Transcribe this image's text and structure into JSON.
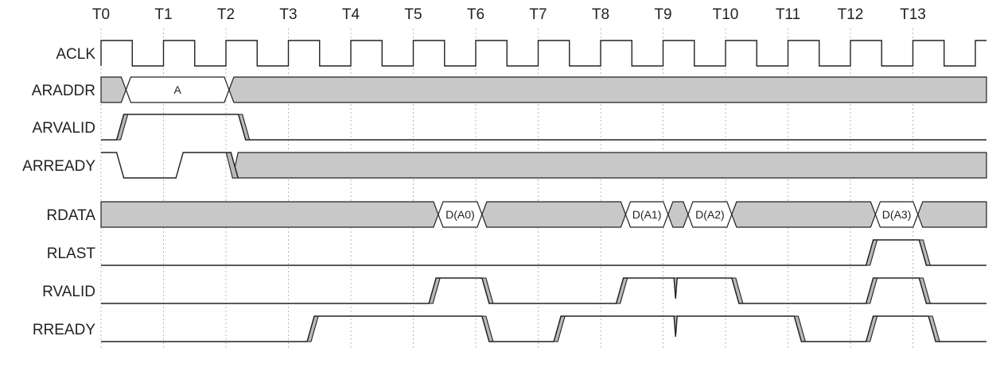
{
  "diagram": {
    "times": [
      "T0",
      "T1",
      "T2",
      "T3",
      "T4",
      "T5",
      "T6",
      "T7",
      "T8",
      "T9",
      "T10",
      "T11",
      "T12",
      "T13"
    ],
    "colors": {
      "line": "#222222",
      "fill_gray": "#c8c8c8",
      "fill_white": "#ffffff",
      "edge_gray": "#b9b9b9",
      "grid": "#b8b8b8"
    },
    "signals": [
      {
        "name": "ACLK",
        "kind": "clock"
      },
      {
        "name": "ARADDR",
        "kind": "bus",
        "segments": [
          {
            "from": -0.08,
            "to": 0.4,
            "label": "",
            "fill": "gray"
          },
          {
            "from": 0.4,
            "to": 2.05,
            "label": "A",
            "fill": "white"
          },
          {
            "from": 2.05,
            "to": 14.45,
            "label": "",
            "fill": "gray"
          }
        ]
      },
      {
        "name": "ARVALID",
        "kind": "signal",
        "events": [
          {
            "type": "low"
          },
          {
            "type": "rise",
            "t": 0.25
          },
          {
            "type": "fall",
            "t": 2.2
          },
          {
            "type": "end"
          }
        ]
      },
      {
        "name": "ARREADY",
        "kind": "signal",
        "events": [
          {
            "type": "high"
          },
          {
            "type": "fall",
            "t": 0.25
          },
          {
            "type": "rise",
            "t": 1.2
          },
          {
            "type": "fall",
            "t": 2.08,
            "to": "gray"
          },
          {
            "type": "end"
          }
        ]
      },
      {
        "name": "RDATA",
        "kind": "bus",
        "segments": [
          {
            "from": -0.08,
            "to": 5.4,
            "label": "",
            "fill": "gray"
          },
          {
            "from": 5.4,
            "to": 6.1,
            "label": "D(A0)",
            "fill": "white"
          },
          {
            "from": 6.1,
            "to": 8.4,
            "label": "",
            "fill": "gray"
          },
          {
            "from": 8.4,
            "to": 9.08,
            "label": "D(A1)",
            "fill": "white"
          },
          {
            "from": 9.08,
            "to": 9.4,
            "label": "",
            "fill": "gray"
          },
          {
            "from": 9.4,
            "to": 10.1,
            "label": "D(A2)",
            "fill": "white"
          },
          {
            "from": 10.1,
            "to": 12.4,
            "label": "",
            "fill": "gray"
          },
          {
            "from": 12.4,
            "to": 13.08,
            "label": "D(A3)",
            "fill": "white"
          },
          {
            "from": 13.08,
            "to": 14.45,
            "label": "",
            "fill": "gray"
          }
        ]
      },
      {
        "name": "RLAST",
        "kind": "signal",
        "events": [
          {
            "type": "low"
          },
          {
            "type": "rise",
            "t": 12.25
          },
          {
            "type": "fall",
            "t": 13.1
          },
          {
            "type": "end"
          }
        ]
      },
      {
        "name": "RVALID",
        "kind": "signal",
        "events": [
          {
            "type": "low"
          },
          {
            "type": "rise",
            "t": 5.25
          },
          {
            "type": "fall",
            "t": 6.1
          },
          {
            "type": "rise",
            "t": 8.25
          },
          {
            "type": "glitch",
            "t": 9.2
          },
          {
            "type": "fall",
            "t": 10.1
          },
          {
            "type": "rise",
            "t": 12.25
          },
          {
            "type": "fall",
            "t": 13.1
          },
          {
            "type": "end"
          }
        ]
      },
      {
        "name": "RREADY",
        "kind": "signal",
        "events": [
          {
            "type": "low"
          },
          {
            "type": "rise",
            "t": 3.3
          },
          {
            "type": "fall",
            "t": 6.1
          },
          {
            "type": "rise",
            "t": 7.25
          },
          {
            "type": "glitch",
            "t": 9.2
          },
          {
            "type": "fall",
            "t": 11.1
          },
          {
            "type": "rise",
            "t": 12.25
          },
          {
            "type": "fall",
            "t": 13.25
          },
          {
            "type": "end"
          }
        ]
      }
    ]
  }
}
